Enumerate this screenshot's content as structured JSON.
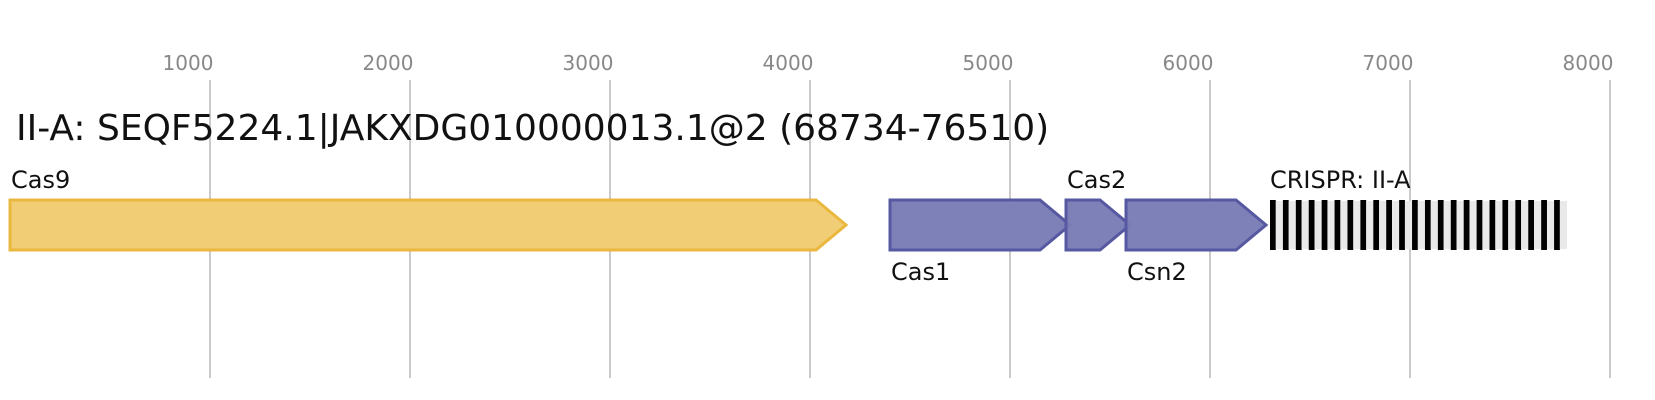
{
  "title": "II-A: SEQF5224.1|JAKXDG010000013.1@2 (68734-76510)",
  "axis": {
    "ticks": [
      1000,
      2000,
      3000,
      4000,
      5000,
      6000,
      7000,
      8000
    ],
    "tick_labels": [
      "1000",
      "2000",
      "3000",
      "4000",
      "5000",
      "6000",
      "7000",
      "8000"
    ]
  },
  "genes": [
    {
      "name": "Cas9",
      "start": 0,
      "end": 4180,
      "color": "#f1cb72",
      "stroke": "#eab73f",
      "label_pos": "above"
    },
    {
      "name": "Cas1",
      "start": 4400,
      "end": 5300,
      "color": "#7a7db5",
      "stroke": "#5659a2",
      "label_pos": "below"
    },
    {
      "name": "Cas2",
      "start": 5280,
      "end": 5600,
      "color": "#7a7db5",
      "stroke": "#5659a2",
      "label_pos": "above"
    },
    {
      "name": "Csn2",
      "start": 5580,
      "end": 6280,
      "color": "#7a7db5",
      "stroke": "#5659a2",
      "label_pos": "below"
    }
  ],
  "crispr": {
    "label": "CRISPR: II-A",
    "start": 6300,
    "end": 7785,
    "repeat_count": 23
  }
}
